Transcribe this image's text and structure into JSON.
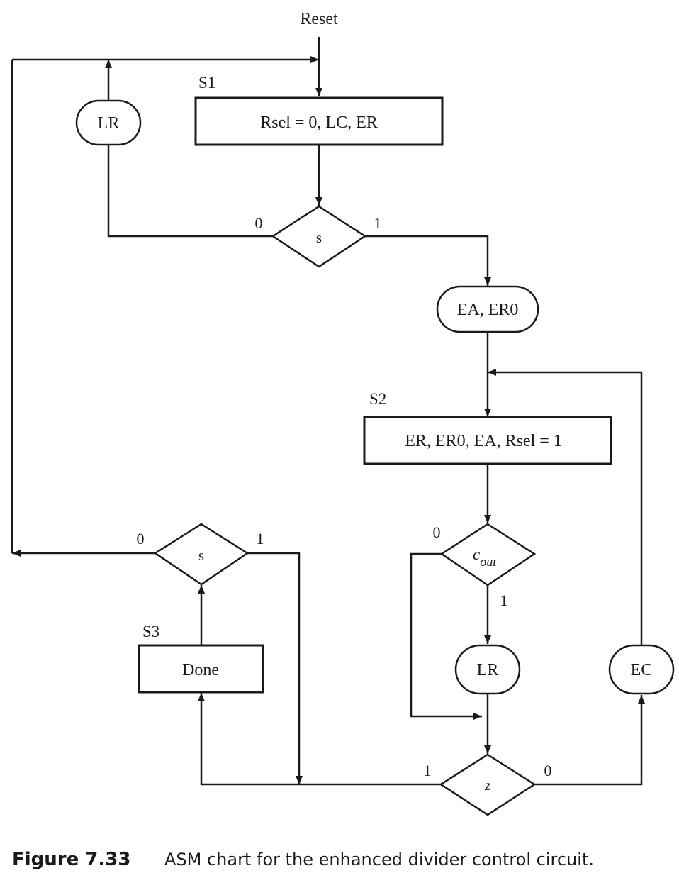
{
  "diagram": {
    "reset_label": "Reset",
    "states": {
      "s1": {
        "name": "S1",
        "actions": "Rsel = 0, LC, ER"
      },
      "s2": {
        "name": "S2",
        "actions": "ER, ER0, EA, Rsel = 1"
      },
      "s3": {
        "name": "S3",
        "actions": "Done"
      }
    },
    "conditional_outputs": {
      "lr_top": "LR",
      "ea_er0": "EA, ER0",
      "lr_bottom": "LR",
      "ec": "EC"
    },
    "decisions": {
      "s_top": {
        "condition": "s",
        "false_label": "0",
        "true_label": "1"
      },
      "cout": {
        "condition": "c",
        "condition_subscript": "out",
        "false_label": "0",
        "true_label": "1"
      },
      "s_bottom": {
        "condition": "s",
        "false_label": "0",
        "true_label": "1"
      },
      "z": {
        "condition": "z",
        "true_label": "1",
        "false_label": "0"
      }
    }
  },
  "caption": {
    "number": "Figure 7.33",
    "text": "ASM chart for the enhanced divider control circuit."
  }
}
